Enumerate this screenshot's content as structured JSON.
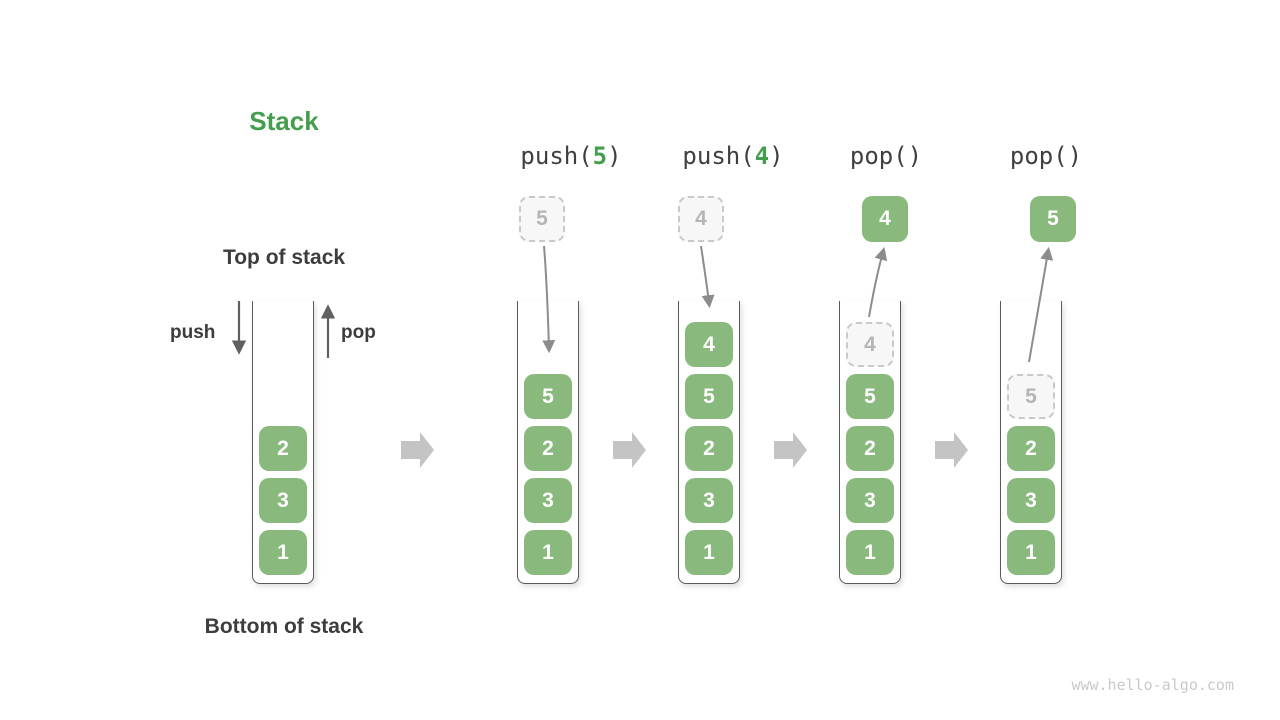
{
  "title": "Stack",
  "labels": {
    "top": "Top of stack",
    "bottom": "Bottom of stack",
    "push": "push",
    "pop": "pop"
  },
  "watermark": "www.hello-algo.com",
  "colors": {
    "accent": "#459e4d",
    "box_green": "#8ab97e",
    "box_text": "#ffffff",
    "dashed_bg": "#f7f7f7",
    "dashed_border": "#c9c9c9",
    "dashed_text": "#b5b5b5",
    "label_dark": "#3d3d3d",
    "header_dark": "#3f3f3f",
    "wall": "#5a5a5a",
    "arrow_dark": "#606060",
    "arrow_gray": "#8c8c8c",
    "block_arrow": "#c4c4c4",
    "watermark": "#c9c9c9"
  },
  "stacks": [
    {
      "id": "initial",
      "header": null,
      "floating": null,
      "items": [
        {
          "value": "2",
          "state": "filled"
        },
        {
          "value": "3",
          "state": "filled"
        },
        {
          "value": "1",
          "state": "filled"
        }
      ]
    },
    {
      "id": "push-5",
      "header": {
        "prefix": "push(",
        "arg": "5",
        "suffix": ")"
      },
      "floating": {
        "value": "5",
        "style": "dashed"
      },
      "items": [
        {
          "value": "5",
          "state": "filled"
        },
        {
          "value": "2",
          "state": "filled"
        },
        {
          "value": "3",
          "state": "filled"
        },
        {
          "value": "1",
          "state": "filled"
        }
      ]
    },
    {
      "id": "push-4",
      "header": {
        "prefix": "push(",
        "arg": "4",
        "suffix": ")"
      },
      "floating": {
        "value": "4",
        "style": "dashed"
      },
      "items": [
        {
          "value": "4",
          "state": "filled"
        },
        {
          "value": "5",
          "state": "filled"
        },
        {
          "value": "2",
          "state": "filled"
        },
        {
          "value": "3",
          "state": "filled"
        },
        {
          "value": "1",
          "state": "filled"
        }
      ]
    },
    {
      "id": "pop-first",
      "header": {
        "prefix": "pop()",
        "arg": "",
        "suffix": ""
      },
      "floating": {
        "value": "4",
        "style": "filled"
      },
      "items": [
        {
          "value": "4",
          "state": "removed"
        },
        {
          "value": "5",
          "state": "filled"
        },
        {
          "value": "2",
          "state": "filled"
        },
        {
          "value": "3",
          "state": "filled"
        },
        {
          "value": "1",
          "state": "filled"
        }
      ]
    },
    {
      "id": "pop-second",
      "header": {
        "prefix": "pop()",
        "arg": "",
        "suffix": ""
      },
      "floating": {
        "value": "5",
        "style": "filled"
      },
      "items": [
        {
          "value": "5",
          "state": "removed"
        },
        {
          "value": "2",
          "state": "filled"
        },
        {
          "value": "3",
          "state": "filled"
        },
        {
          "value": "1",
          "state": "filled"
        }
      ]
    }
  ]
}
